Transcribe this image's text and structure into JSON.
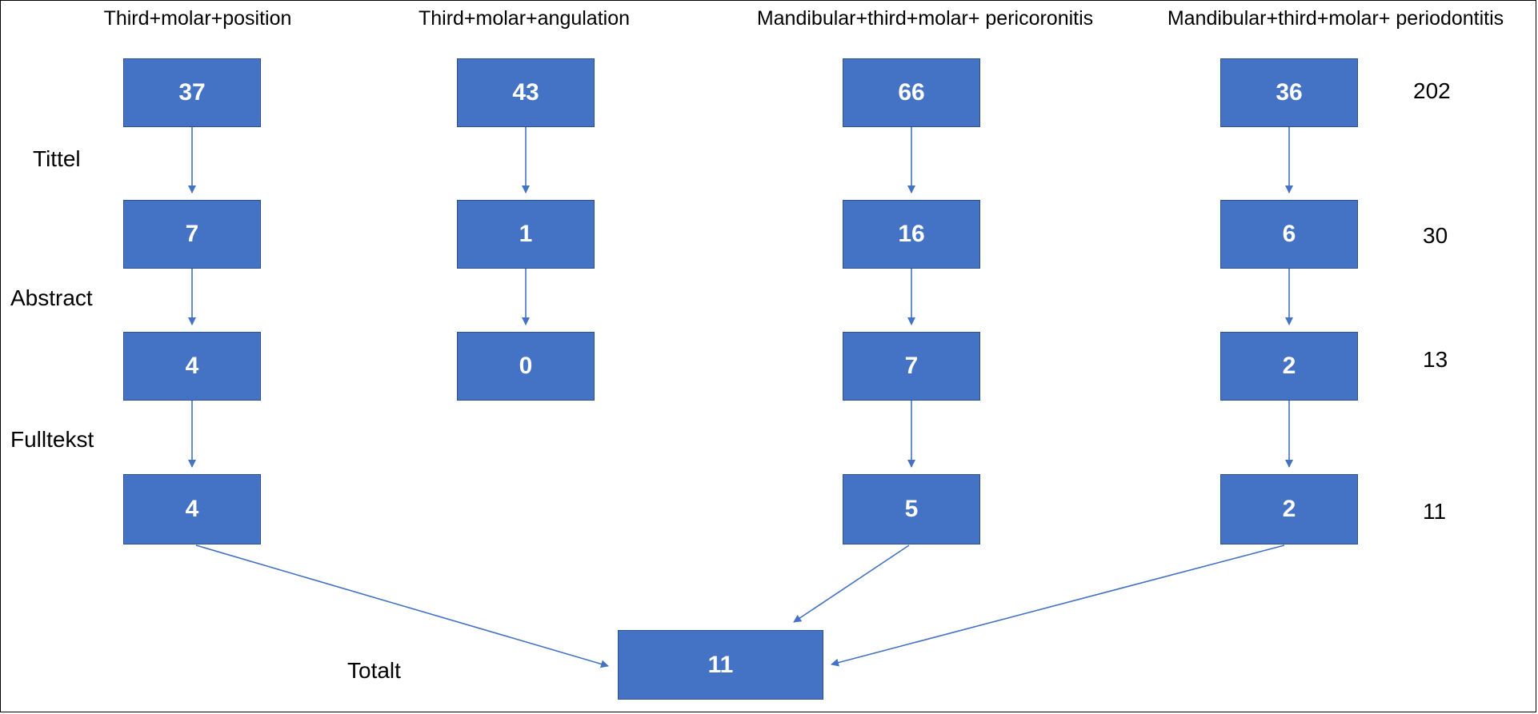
{
  "columns": [
    {
      "title": "Third+molar+position",
      "values": [
        "37",
        "7",
        "4",
        "4"
      ]
    },
    {
      "title": "Third+molar+angulation",
      "values": [
        "43",
        "1",
        "0"
      ]
    },
    {
      "title": "Mandibular+third+molar+ pericoronitis",
      "values": [
        "66",
        "16",
        "7",
        "5"
      ]
    },
    {
      "title": "Mandibular+third+molar+ periodontitis",
      "values": [
        "36",
        "6",
        "2",
        "2"
      ]
    }
  ],
  "row_labels": {
    "tittel": "Tittel",
    "abstract": "Abstract",
    "fulltekst": "Fulltekst",
    "totalt": "Totalt"
  },
  "row_totals": [
    "202",
    "30",
    "13",
    "11"
  ],
  "final_total": "11",
  "colors": {
    "box_fill": "#4472c4",
    "arrow": "#4472c4"
  }
}
